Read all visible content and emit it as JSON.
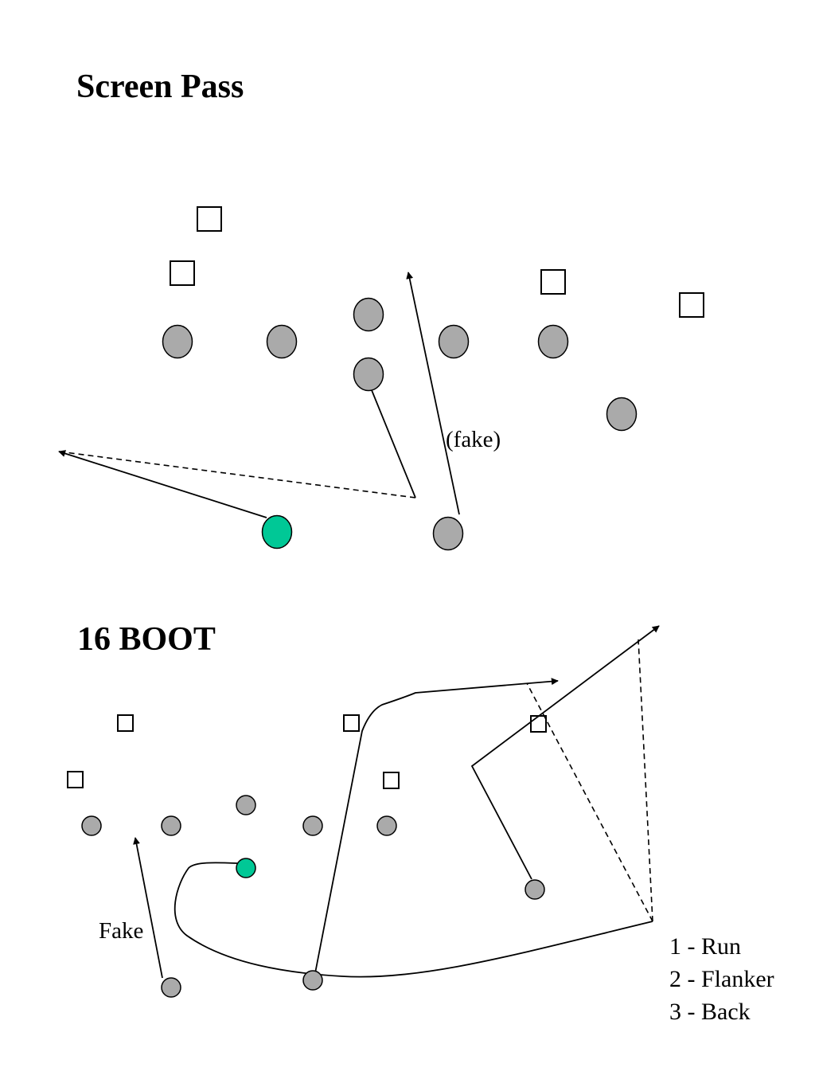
{
  "screen_pass": {
    "title": "Screen Pass",
    "fake_label": "(fake)"
  },
  "boot": {
    "title": "16 BOOT",
    "fake_label": "Fake",
    "legend": [
      "1 - Run",
      "2 - Flanker",
      "3 - Back"
    ]
  },
  "colors": {
    "offense": "#aaaaaa",
    "ball_carrier": "#00c896",
    "defense_fill": "#ffffff",
    "lines": "#000000"
  }
}
